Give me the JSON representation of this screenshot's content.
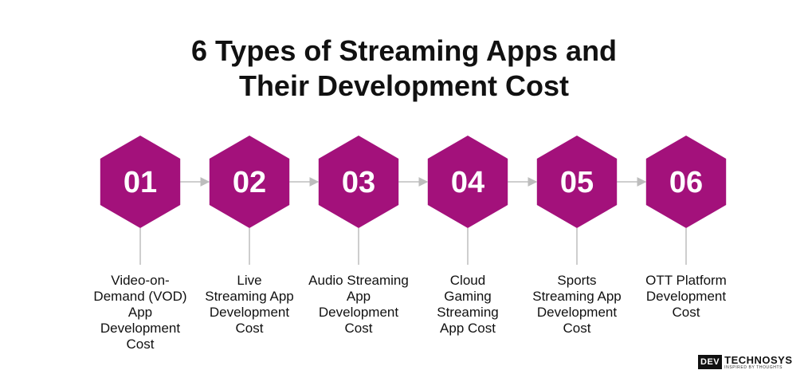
{
  "title": {
    "line1": "6 Types of Streaming Apps and",
    "line2": "Their Development Cost"
  },
  "colors": {
    "hexagon": "#A3117B",
    "number_text": "#FFFFFF",
    "connector": "#BDBDBD"
  },
  "steps": [
    {
      "number": "01",
      "label": "Video-on-\nDemand (VOD)\nApp\nDevelopment\nCost"
    },
    {
      "number": "02",
      "label": "Live\nStreaming App\nDevelopment\nCost"
    },
    {
      "number": "03",
      "label": "Audio Streaming\nApp\nDevelopment\nCost"
    },
    {
      "number": "04",
      "label": "Cloud\nGaming\nStreaming\nApp Cost"
    },
    {
      "number": "05",
      "label": "Sports\nStreaming App\nDevelopment\nCost"
    },
    {
      "number": "06",
      "label": "OTT Platform\nDevelopment\nCost"
    }
  ],
  "logo": {
    "mark": "DEV",
    "name": "TECHNOSYS",
    "tagline": "INSPIRED BY THOUGHTS"
  }
}
